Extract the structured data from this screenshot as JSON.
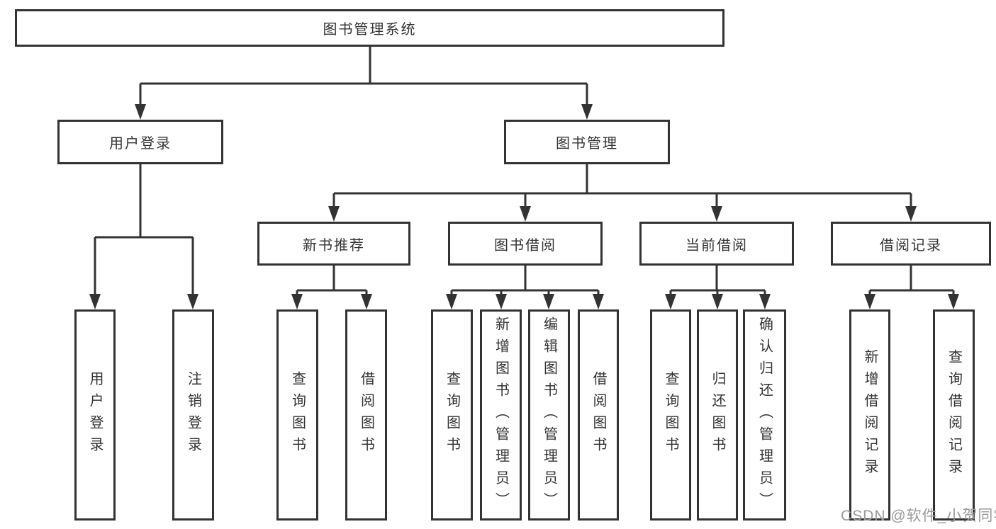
{
  "diagram": {
    "root": {
      "label": "图书管理系统"
    },
    "branches": [
      {
        "label": "用户登录",
        "children": [
          {
            "label": "用户登录"
          },
          {
            "label": "注销登录"
          }
        ]
      },
      {
        "label": "图书管理",
        "children": [
          {
            "label": "新书推荐",
            "children": [
              {
                "label": "查询图书"
              },
              {
                "label": "借阅图书"
              }
            ]
          },
          {
            "label": "图书借阅",
            "children": [
              {
                "label": "查询图书"
              },
              {
                "label": "新增图书（管理员）"
              },
              {
                "label": "编辑图书（管理员）"
              },
              {
                "label": "借阅图书"
              }
            ]
          },
          {
            "label": "当前借阅",
            "children": [
              {
                "label": "查询图书"
              },
              {
                "label": "归还图书"
              },
              {
                "label": "确认归还（管理员）"
              }
            ]
          },
          {
            "label": "借阅记录",
            "children": [
              {
                "label": "新增借阅记录"
              },
              {
                "label": "查询借阅记录"
              }
            ]
          }
        ]
      }
    ]
  },
  "watermark": {
    "text": "CSDN @软件_小贺同学"
  },
  "colors": {
    "line": "#333333",
    "box_border": "#333333",
    "box_background": "#ffffff",
    "text": "#333333",
    "watermark_text": "#9a9a9a"
  }
}
